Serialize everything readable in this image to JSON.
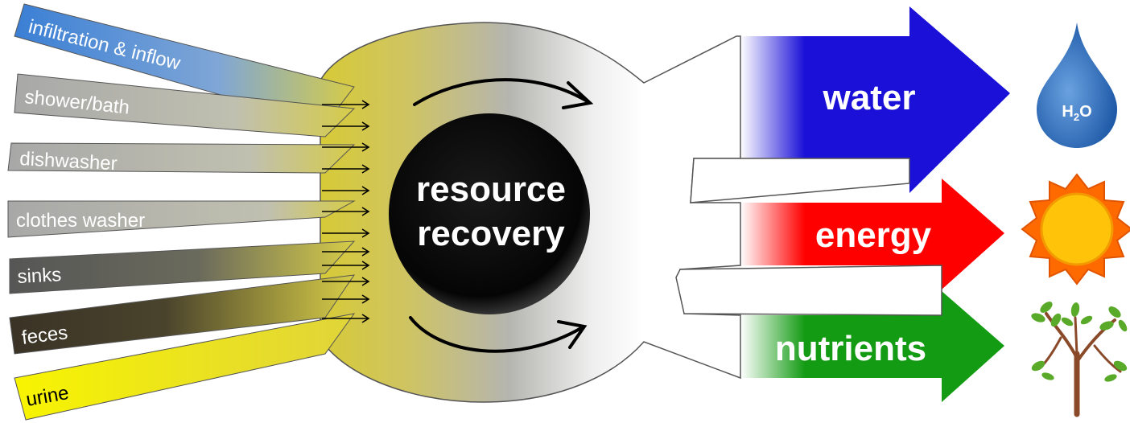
{
  "inputs": [
    {
      "label": "infiltration & inflow",
      "color_from": "#3a7fd5",
      "color_to": "#9ec4ee"
    },
    {
      "label": "shower/bath",
      "color_from": "#a6a6a6",
      "color_to": "#c8c8c8"
    },
    {
      "label": "dishwasher",
      "color_from": "#a6a6a6",
      "color_to": "#c8c8c8"
    },
    {
      "label": "clothes washer",
      "color_from": "#a6a6a6",
      "color_to": "#c8c8c8"
    },
    {
      "label": "sinks",
      "color_from": "#555555",
      "color_to": "#777777"
    },
    {
      "label": "feces",
      "color_from": "#3a3326",
      "color_to": "#5a4d30"
    },
    {
      "label": "urine",
      "color_from": "#f6f200",
      "color_to": "#fdfb3a"
    }
  ],
  "hub": {
    "line1": "resource",
    "line2": "recovery",
    "gradient_colors": [
      "#d4c73a",
      "#c9c07a",
      "#b8b8b8",
      "#ffffff"
    ]
  },
  "outputs": [
    {
      "label": "water",
      "color": "#1a10d8"
    },
    {
      "label": "energy",
      "color": "#ff0000"
    },
    {
      "label": "nutrients",
      "color": "#149b14"
    }
  ],
  "icons": {
    "water": {
      "name": "water-drop-icon",
      "text_main": "H",
      "text_sub": "2",
      "text_tail": "O",
      "color": "#2d6fc0"
    },
    "energy": {
      "name": "sun-icon",
      "color_outer": "#ff6a00",
      "color_inner": "#ffc30a"
    },
    "nutrients": {
      "name": "plant-icon",
      "trunk": "#8a4a2a",
      "leaf": "#5aaa2a"
    }
  }
}
